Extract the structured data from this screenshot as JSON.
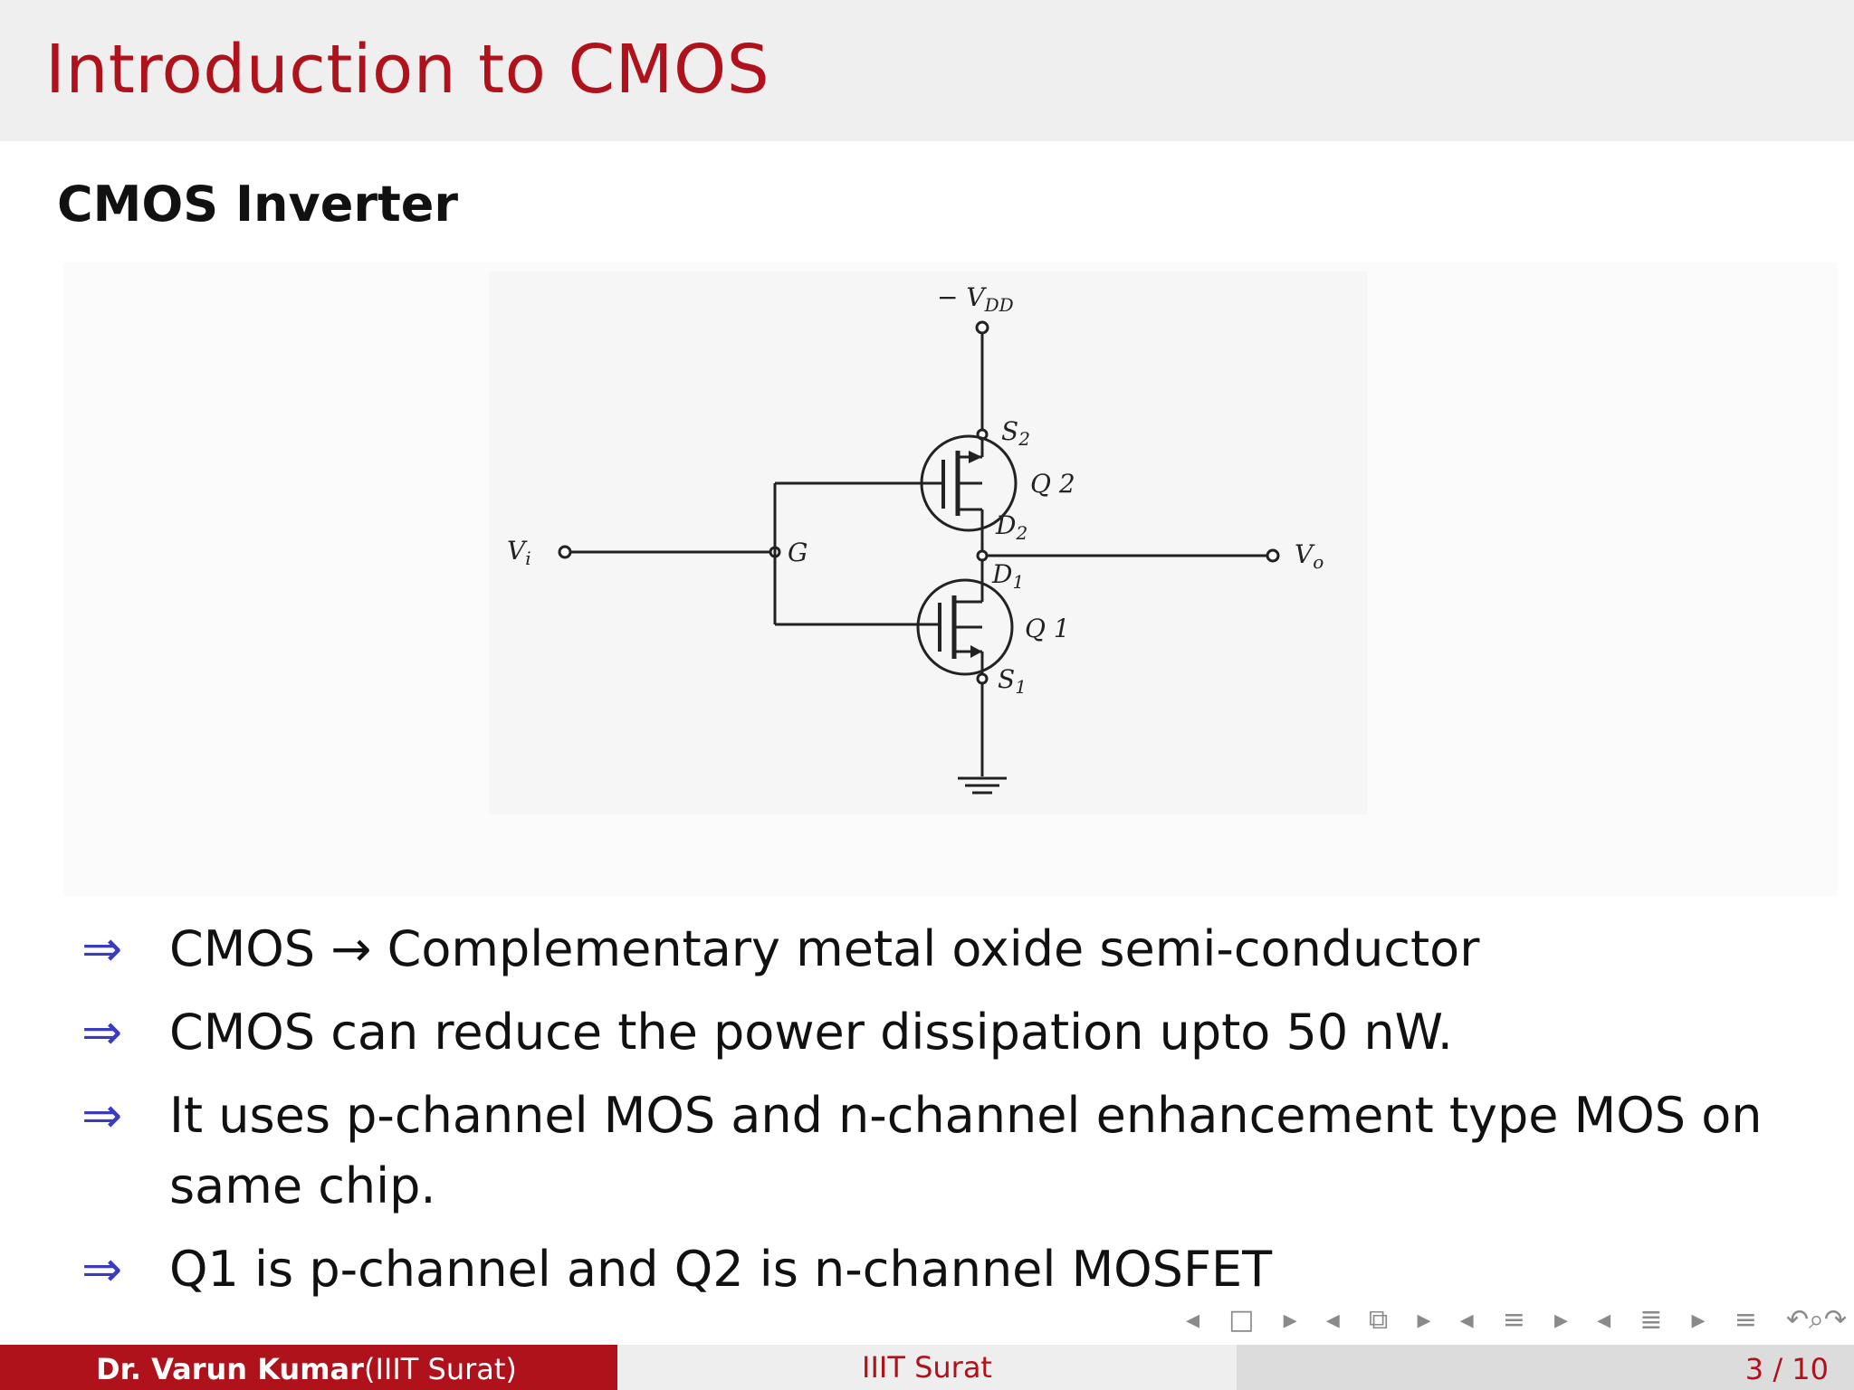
{
  "slide": {
    "title": "Introduction to CMOS",
    "subtitle": "CMOS Inverter"
  },
  "figure": {
    "labels": {
      "vdd": "− V",
      "vdd_sub": "DD",
      "s2": "S",
      "s2_sub": "2",
      "q2": "Q 2",
      "d2": "D",
      "d2_sub": "2",
      "vi": "V",
      "vi_sub": "i",
      "g": "G",
      "vo": "V",
      "vo_sub": "o",
      "d1": "D",
      "d1_sub": "1",
      "q1": "Q 1",
      "s1": "S",
      "s1_sub": "1"
    }
  },
  "bullets": [
    {
      "arrow": "⇒",
      "text": "CMOS → Complementary metal oxide semi-conductor"
    },
    {
      "arrow": "⇒",
      "text": "CMOS can reduce the power dissipation upto 50 nW."
    },
    {
      "arrow": "⇒",
      "text": "It uses p-channel MOS and n-channel enhancement type MOS on same chip."
    },
    {
      "arrow": "⇒",
      "text": "Q1 is p-channel and Q2 is n-channel MOSFET"
    }
  ],
  "nav": {
    "icons": [
      "nav-prev-frame-icon",
      "nav-frame-icon",
      "nav-next-frame-icon",
      "nav-prev-subsection-icon",
      "nav-subsection-icon",
      "nav-next-subsection-icon",
      "nav-prev-section-icon",
      "nav-section-icon",
      "nav-next-section-icon",
      "nav-prev-doc-icon",
      "nav-doc-icon",
      "nav-next-doc-icon",
      "nav-toc-icon",
      "nav-search-icon"
    ]
  },
  "footer": {
    "author": "Dr. Varun Kumar",
    "affiliation": "(IIIT Surat)",
    "institute": "IIIT Surat",
    "page": "3 / 10"
  },
  "colors": {
    "accent": "#b0121b",
    "header_bg": "#efefef",
    "arrow": "#3b3bbf"
  }
}
